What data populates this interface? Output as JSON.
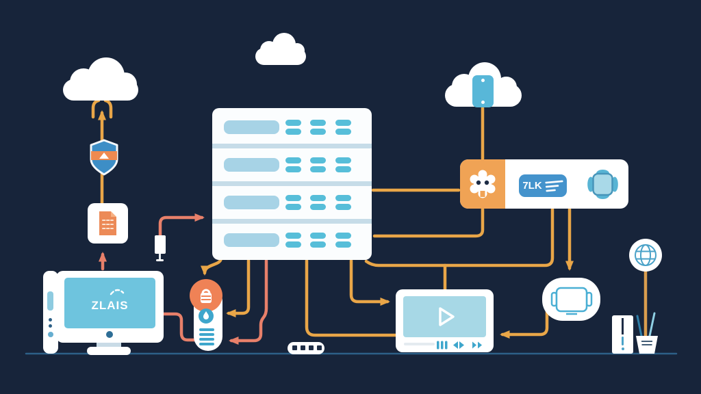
{
  "scene": {
    "description": "Flat illustration of a cloud-computing / media network: devices connected to a central server rack by amber and salmon flow lines",
    "background": "#17243a",
    "ground_color": "#2d6088"
  },
  "palette": {
    "amber_line": "#e9a648",
    "salmon_line": "#e8806a",
    "orange_fill": "#ef8a50",
    "orange_light": "#f0a355",
    "screen_blue": "#6ec4de",
    "button_blue": "#4493cc",
    "shield_blue": "#3d8ec6",
    "icon_blue": "#4aa2c8",
    "server_band": "#c6dce8",
    "server_pill": "#a7d3e6",
    "server_vent": "#57bed9",
    "navy_detail": "#1d2c45",
    "white": "#ffffff"
  },
  "monitor": {
    "screen_label": "ZLAIS"
  },
  "card": {
    "button_label": "7LK"
  },
  "icons": {
    "cloud-upload": "plain white cloud, arrow entering from below",
    "cloud-small": "plain white cloud",
    "cloud-tablet": "white cloud holding blue tablet with two dots",
    "shield-badge": "blue shield with orange band and white triangle",
    "document-card": "white tile with orange page, folded corner, squiggle text",
    "desktop-monitor": "white monitor, blue screen, dashed arc over label",
    "tower": "white speaker tower with blue slot and dots",
    "server-rack": "4 white server units with blue panel pill and 3 vent pairs each",
    "gear-bot": "white gear face with two navy eyes on orange square",
    "list-button": "blue rounded button with label and three list lines",
    "satellite": "light blue body with four darker blue flaps",
    "remote": "white pill remote, orange lock circle, blue button, stripes",
    "usb-plug": "white USB connector on salmon cable",
    "film-strip": "white pill with four navy frames",
    "video-player": "white player, blue screen, outline play triangle, transport controls",
    "vr-blob": "white rounded blob with blue outlined headset device",
    "globe-stand": "white circle with blue globe grid on amber stick into pen cup",
    "book": "white standing book with slit and blue exclamation"
  },
  "connections": [
    {
      "from": "monitor",
      "to": "document-card",
      "color": "salmon",
      "arrow": true
    },
    {
      "from": "document-card",
      "to": "cloud-upload",
      "color": "amber",
      "arrow": true,
      "via": "shield-badge"
    },
    {
      "from": "usb-plug",
      "to": "server-rack",
      "color": "salmon",
      "arrow": true
    },
    {
      "from": "monitor",
      "to": "remote",
      "color": "salmon",
      "arrow": false
    },
    {
      "from": "server-rack",
      "to": "remote-lock-circle",
      "color": "amber",
      "arrow": true
    },
    {
      "from": "server-rack",
      "to": "remote-mid",
      "color": "amber",
      "arrow": true
    },
    {
      "from": "server-rack",
      "to": "remote-low",
      "color": "salmon",
      "arrow": true
    },
    {
      "from": "server-rack",
      "to": "video-player-low",
      "color": "amber",
      "arrow": false
    },
    {
      "from": "server-rack",
      "to": "video-player",
      "color": "amber",
      "arrow": true
    },
    {
      "from": "server-rack",
      "to": "gear-card",
      "color": "amber",
      "arrow": false
    },
    {
      "from": "gear-card",
      "to": "server-rack",
      "color": "amber",
      "arrow": false
    },
    {
      "from": "cloud-tablet",
      "to": "gear-card",
      "color": "amber",
      "arrow": false
    },
    {
      "from": "gear-card",
      "to": "video-player-top",
      "color": "amber",
      "arrow": false
    },
    {
      "from": "gear-card",
      "to": "vr-blob",
      "color": "amber",
      "arrow": true
    },
    {
      "from": "vr-blob",
      "to": "video-player",
      "color": "amber",
      "arrow": true
    }
  ]
}
